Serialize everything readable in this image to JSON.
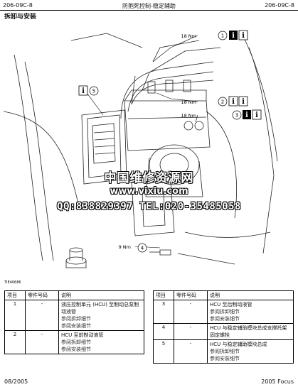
{
  "header": {
    "left": "206-09C-8",
    "center": "防抱死控制-稳定辅助",
    "right": "206-09C-8"
  },
  "section_title": "拆卸与安装",
  "figure": {
    "callouts": [
      {
        "torque": "18 Nm",
        "num": "1"
      },
      {
        "torque": "18 Nm",
        "num": "2"
      },
      {
        "torque": "18 Nm",
        "num": "3"
      },
      {
        "torque": "9 Nm",
        "num": "4"
      },
      {
        "torque": "",
        "num": "5"
      }
    ],
    "info_glyph": "i",
    "code": "TIE40686"
  },
  "watermark": {
    "line1": "中国维修资源网",
    "line2": "www.vixiu.com",
    "line3": "QQ:838829397 TEL:020-35485058"
  },
  "table_headers": {
    "item": "项目",
    "part_no": "零件号码",
    "desc": "说明"
  },
  "table_left": [
    {
      "item": "1",
      "part": "-",
      "desc": "液压控制单元 (HCU) 至制动总泵制动液管",
      "ref1": "参阅拆卸细节",
      "ref2": "参阅安装细节"
    },
    {
      "item": "2",
      "part": "-",
      "desc": "HCU 至前制动液管",
      "ref1": "参阅拆卸细节",
      "ref2": "参阅安装细节"
    }
  ],
  "table_right": [
    {
      "item": "3",
      "part": "-",
      "desc": "HCU 至后制动液管",
      "ref1": "参阅拆卸细节",
      "ref2": "参阅安装细节"
    },
    {
      "item": "4",
      "part": "-",
      "desc": "HCU 与稳定辅助模块总成支撑托架固定螺栓",
      "ref1": "",
      "ref2": ""
    },
    {
      "item": "5",
      "part": "-",
      "desc": "HCU 与稳定辅助模块总成",
      "ref1": "参阅拆卸细节",
      "ref2": "参阅安装细节"
    }
  ],
  "footer": {
    "left": "08/2005",
    "right": "2005 Focus"
  }
}
